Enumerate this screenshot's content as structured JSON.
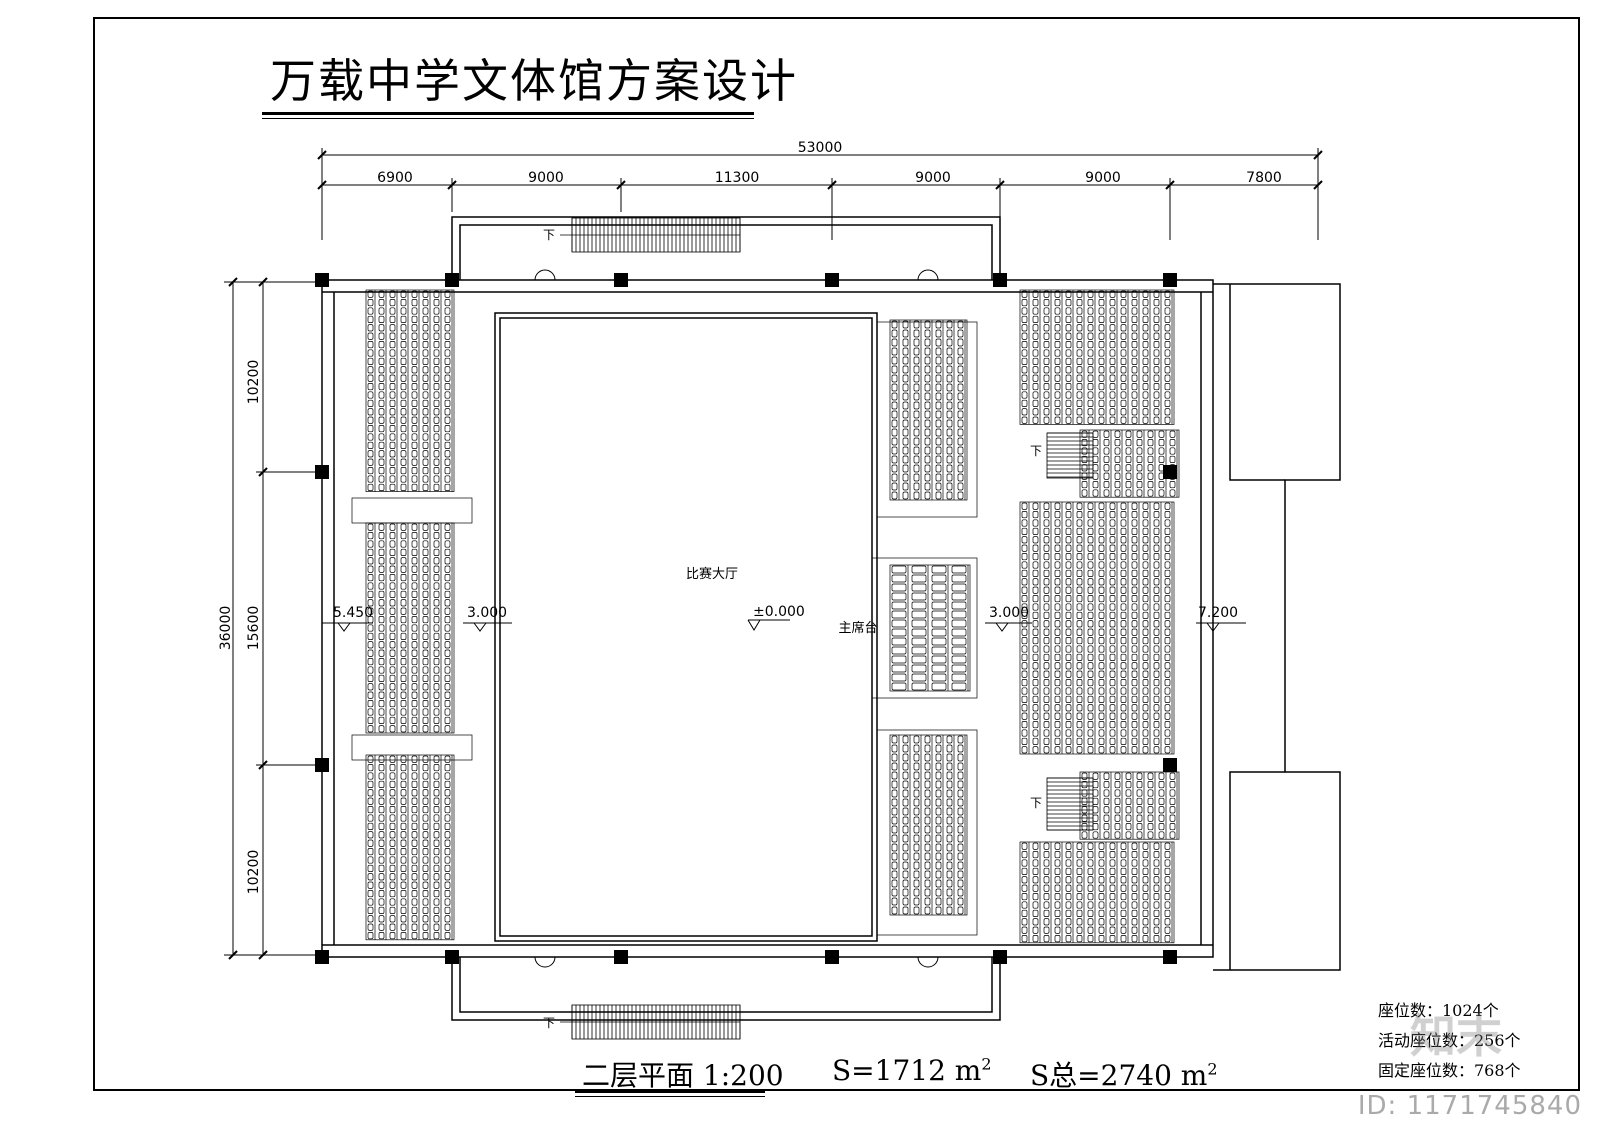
{
  "title": "万载中学文体馆方案设计",
  "dimensions": {
    "total_width": "53000",
    "bays": [
      "6900",
      "9000",
      "11300",
      "9000",
      "9000",
      "7800"
    ],
    "total_depth": "36000",
    "depth_parts": [
      "10200",
      "15600",
      "10200"
    ]
  },
  "labels": {
    "hall": "比赛大厅",
    "main_stand": "主席台",
    "down": "下"
  },
  "levels": {
    "left_outer": "5.450",
    "left_inner": "3.000",
    "center": "±0.000",
    "right_inner": "3.000",
    "right_outer": "7.200"
  },
  "footer": {
    "plan_name": "二层平面  1:200",
    "area": "S=1712 m",
    "area_sup": "2",
    "total_area": "S总=2740 m",
    "total_area_sup": "2"
  },
  "stats": {
    "seats": "座位数：1024个",
    "movable": "活动座位数：256个",
    "fixed": "固定座位数：768个"
  },
  "watermark": "ID: 1171745840",
  "logo": "知末"
}
